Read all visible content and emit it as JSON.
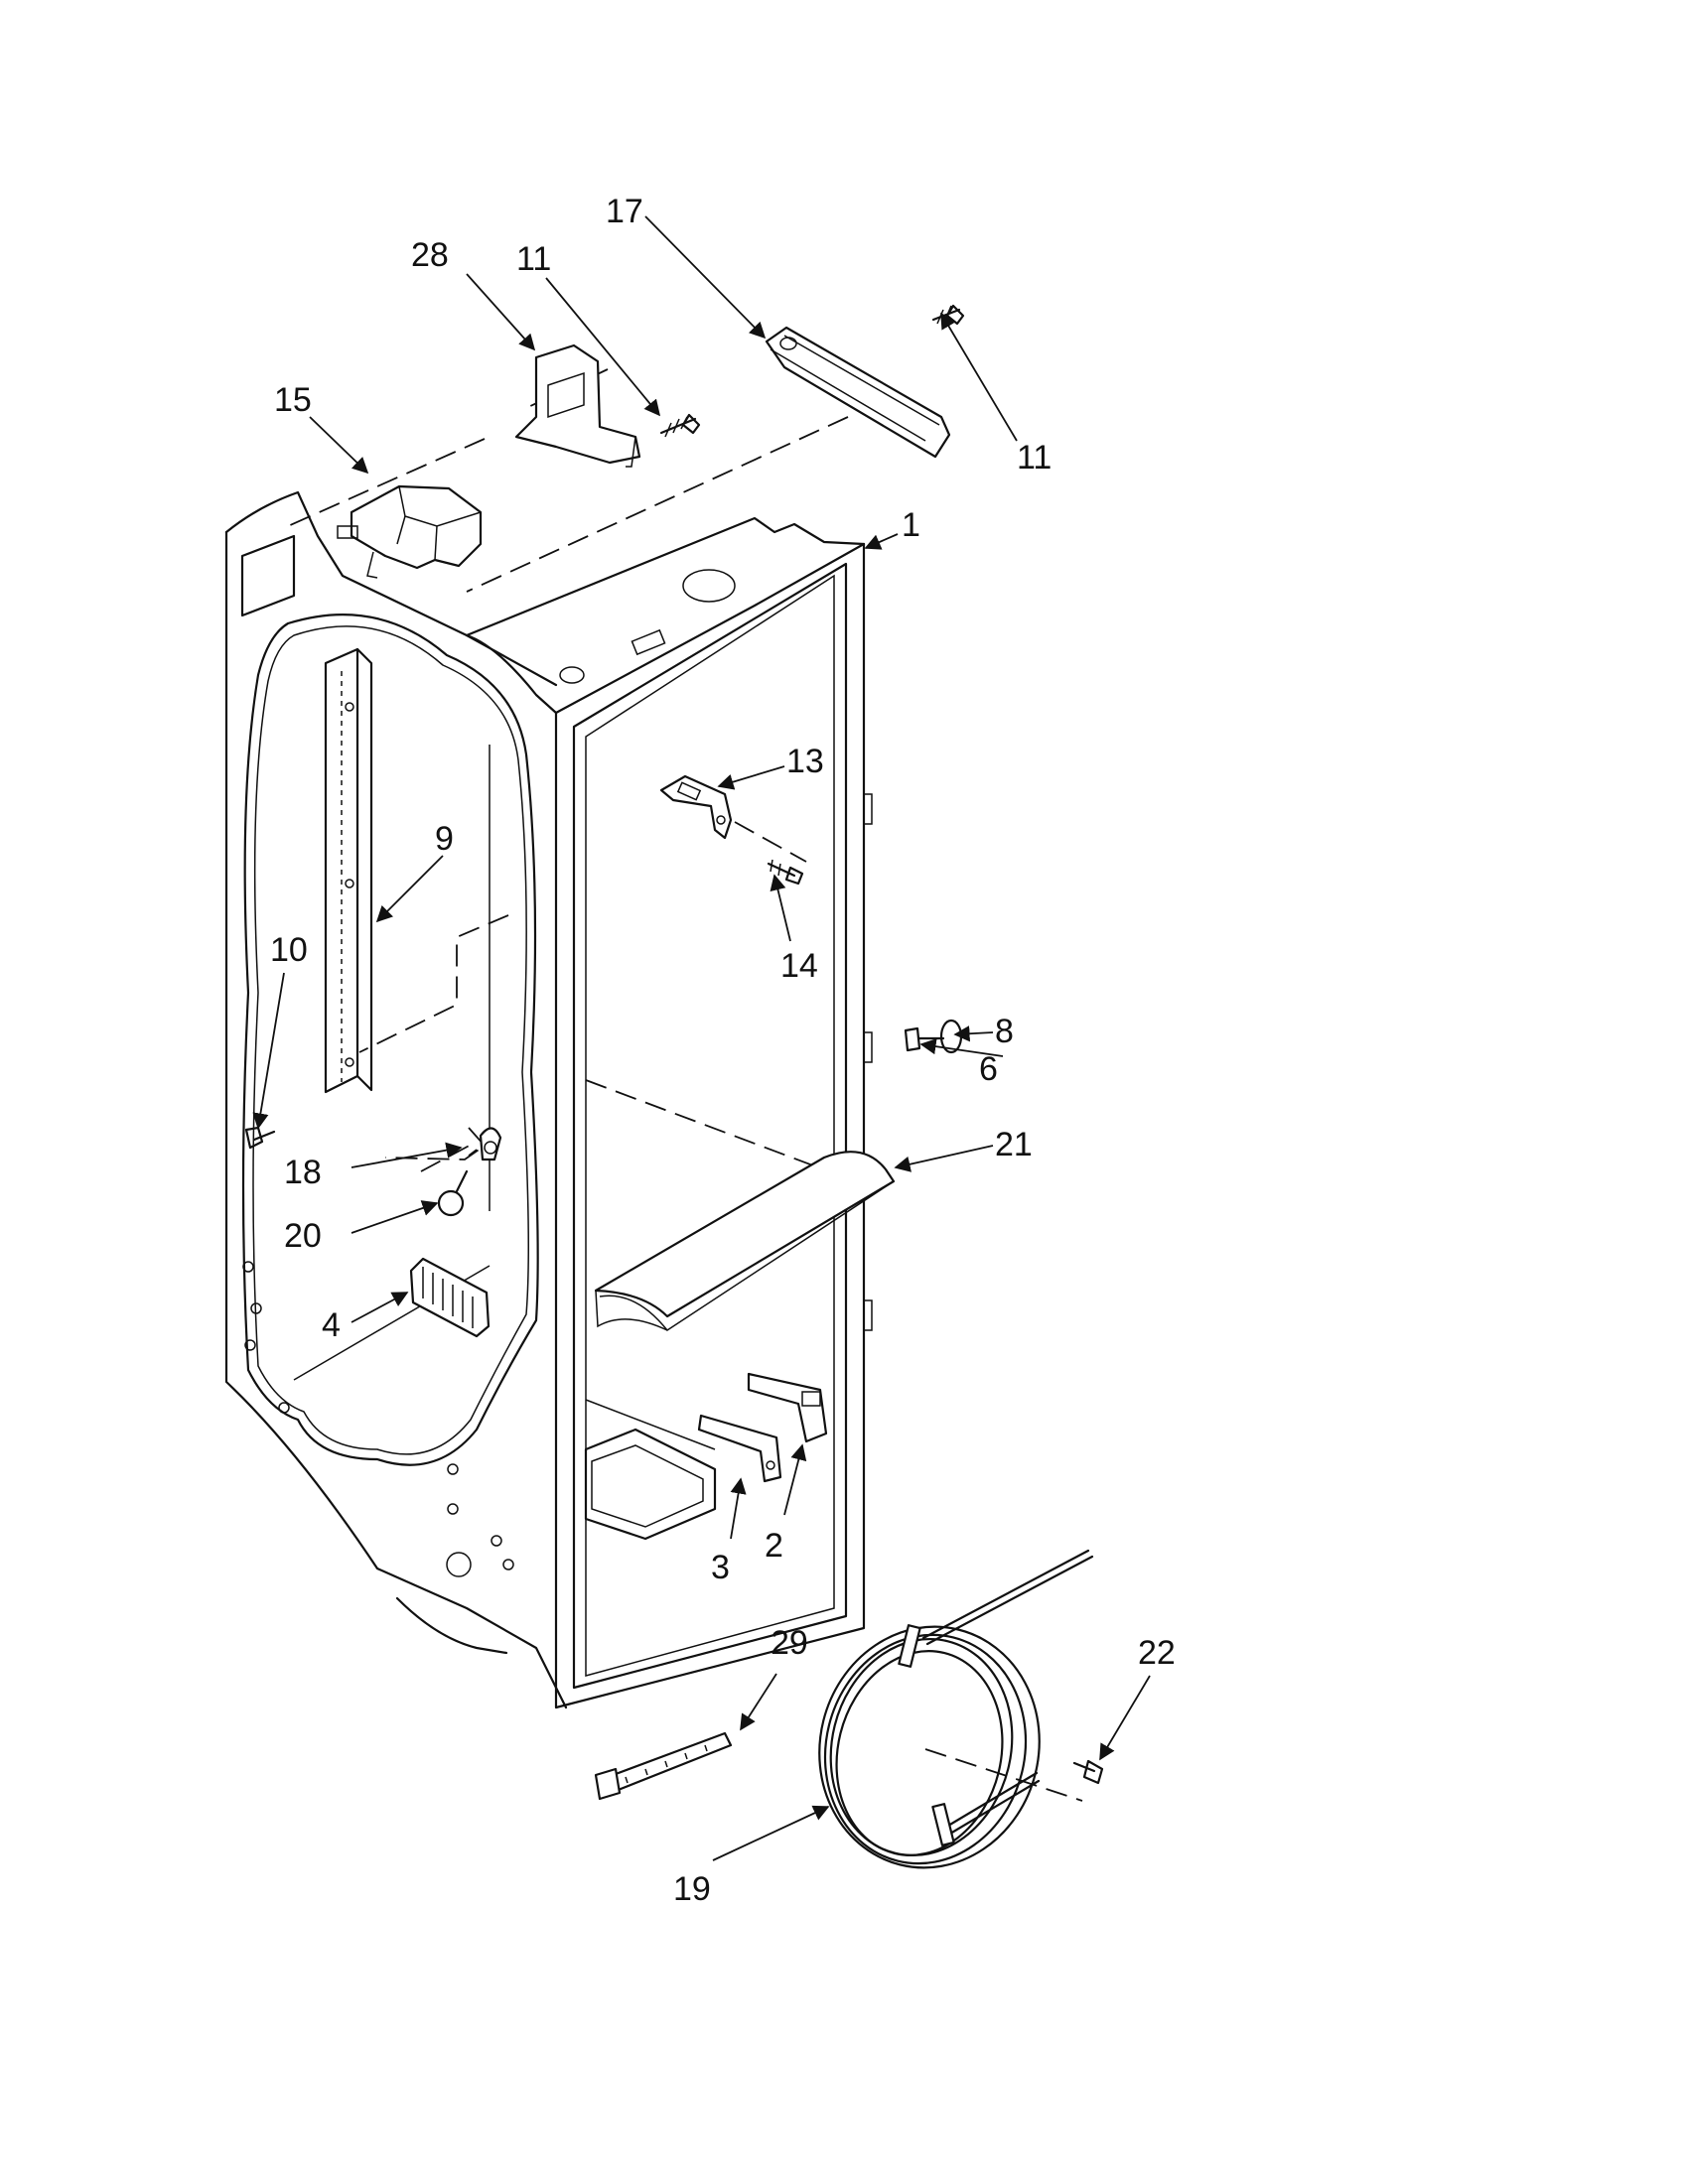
{
  "callouts": {
    "c17": "17",
    "c28": "28",
    "c11a": "11",
    "c15": "15",
    "c11b": "11",
    "c1": "1",
    "c13": "13",
    "c9": "9",
    "c14": "14",
    "c10": "10",
    "c8": "8",
    "c6": "6",
    "c21": "21",
    "c18": "18",
    "c20": "20",
    "c4": "4",
    "c3": "3",
    "c2": "2",
    "c29": "29",
    "c22": "22",
    "c19": "19"
  }
}
